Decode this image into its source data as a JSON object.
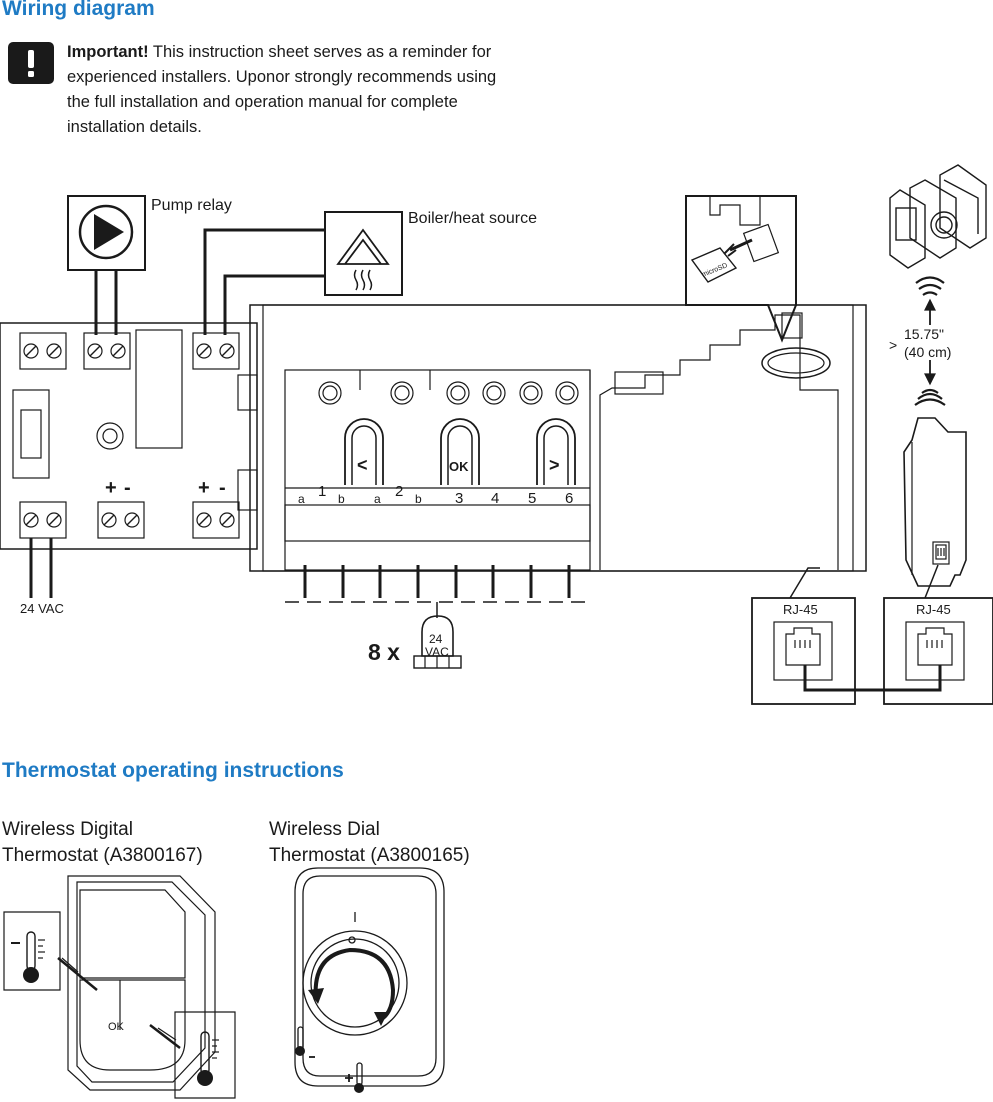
{
  "titles": {
    "wiring": "Wiring diagram",
    "thermostat": "Thermostat operating instructions"
  },
  "important": {
    "bold": "Important!",
    "text": " This instruction sheet serves as a reminder for experienced installers. Uponor strongly recommends using the full installation and operation manual for complete installation details."
  },
  "labels": {
    "pump_relay": "Pump relay",
    "boiler": "Boiler/heat source",
    "vac": "24 VAC",
    "distance_gt": ">",
    "distance_in": "15.75\"",
    "distance_cm": "(40 cm)",
    "rj45_left": "RJ-45",
    "rj45_right": "RJ-45",
    "multiplier": "8 x",
    "actuator_24": "24",
    "actuator_vac": "VAC",
    "micro_sd": "microSD"
  },
  "buttons": {
    "left": "<",
    "ok": "OK",
    "right": ">"
  },
  "channels": {
    "ch1": "1",
    "ch2": "2",
    "ch3": "3",
    "ch4": "4",
    "ch5": "5",
    "ch6": "6",
    "a1": "a",
    "b1": "b",
    "a2": "a",
    "b2": "b"
  },
  "polarity": {
    "plus1": "+",
    "minus1": "-",
    "plus2": "+",
    "minus2": "-"
  },
  "thermostats": {
    "digital_line1": "Wireless Digital",
    "digital_line2": "Thermostat (A3800167)",
    "dial_line1": "Wireless Dial",
    "dial_line2": "Thermostat (A3800165)",
    "ok": "OK"
  },
  "colors": {
    "accent": "#1f7bc4",
    "ink": "#1a1a1a"
  },
  "icons": [
    "warning-icon",
    "play-icon",
    "flame-heat-icon",
    "wifi-signal-icon",
    "thermometer-icon",
    "rotate-arrow-icon",
    "rj45-jack-icon"
  ]
}
